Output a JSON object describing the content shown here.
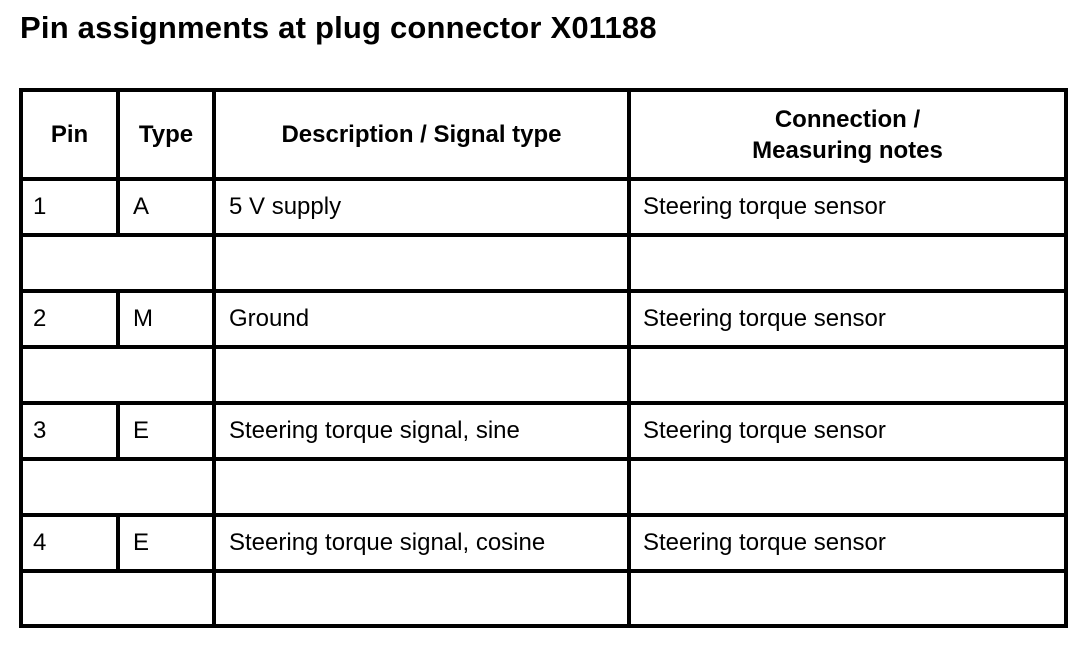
{
  "title": "Pin assignments at plug connector X01188",
  "table": {
    "headers": {
      "pin": "Pin",
      "type": "Type",
      "description": "Description / Signal type",
      "connection_line1": "Connection /",
      "connection_line2": "Measuring notes"
    },
    "rows": [
      {
        "pin": "1",
        "type": "A",
        "description": "5 V supply",
        "connection": "Steering torque sensor"
      },
      {
        "pin": "2",
        "type": "M",
        "description": "Ground",
        "connection": "Steering torque sensor"
      },
      {
        "pin": "3",
        "type": "E",
        "description": "Steering torque signal, sine",
        "connection": "Steering torque sensor"
      },
      {
        "pin": "4",
        "type": "E",
        "description": "Steering torque signal, cosine",
        "connection": "Steering torque sensor"
      }
    ]
  }
}
